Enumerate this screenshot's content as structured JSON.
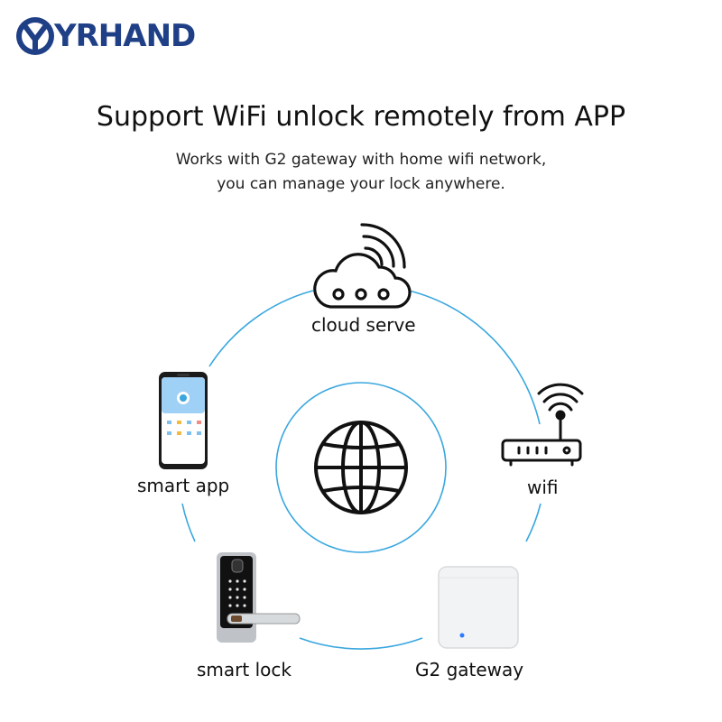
{
  "brand": {
    "name": "YRHAND",
    "color": "#1f3f86"
  },
  "headline": "Support WiFi unlock remotely from APP",
  "subline": {
    "line1": "Works with G2 gateway with home wifi network,",
    "line2": "you can manage your lock anywhere."
  },
  "nodes": {
    "cloud": {
      "label": "cloud serve",
      "icon": "cloud-icon"
    },
    "app": {
      "label": "smart app",
      "icon": "smartphone-icon"
    },
    "wifi": {
      "label": "wifi",
      "icon": "router-icon"
    },
    "lock": {
      "label": "smart lock",
      "icon": "door-lock-icon"
    },
    "gateway": {
      "label": "G2 gateway",
      "icon": "gateway-icon"
    },
    "center": {
      "icon": "globe-icon"
    }
  },
  "colors": {
    "ring": "#3aa7df",
    "ink": "#111111",
    "gateway_led": "#2a7bff"
  }
}
